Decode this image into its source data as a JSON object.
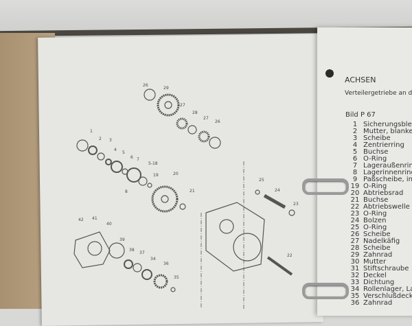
{
  "right_page": {
    "section": "ACHSEN",
    "subtitle": "Verteilergetriebe an der Hi",
    "figure": "Bild P 67",
    "items": [
      {
        "n": "1",
        "name": "Sicherungsblech"
      },
      {
        "n": "2",
        "name": "Mutter, blanke Seite"
      },
      {
        "n": "3",
        "name": "Scheibe"
      },
      {
        "n": "4",
        "name": "Zentrierring"
      },
      {
        "n": "5",
        "name": "Buchse"
      },
      {
        "n": "6",
        "name": "O-Ring"
      },
      {
        "n": "7",
        "name": "Lageraußenring } L"
      },
      {
        "n": "8",
        "name": "Lagerinnenring }"
      },
      {
        "n": "9",
        "name": "Paßscheibe, in ver"
      },
      {
        "n": "19",
        "name": "O-Ring"
      },
      {
        "n": "20",
        "name": "Abtriebsrad"
      },
      {
        "n": "21",
        "name": "Buchse"
      },
      {
        "n": "22",
        "name": "Abtriebswelle"
      },
      {
        "n": "23",
        "name": "O-Ring"
      },
      {
        "n": "24",
        "name": "Bolzen"
      },
      {
        "n": "25",
        "name": "O-Ring"
      },
      {
        "n": "26",
        "name": "Scheibe"
      },
      {
        "n": "27",
        "name": "Nadelkäfig"
      },
      {
        "n": "28",
        "name": "Scheibe"
      },
      {
        "n": "29",
        "name": "Zahnrad"
      },
      {
        "n": "30",
        "name": "Mutter"
      },
      {
        "n": "31",
        "name": "Stiftschraube"
      },
      {
        "n": "32",
        "name": "Deckel"
      },
      {
        "n": "33",
        "name": "Dichtung"
      },
      {
        "n": "34",
        "name": "Rollenlager, Lage"
      },
      {
        "n": "35",
        "name": "Verschlußdeckel"
      },
      {
        "n": "36",
        "name": "Zahnrad"
      }
    ]
  },
  "diagram": {
    "labels": [
      "26",
      "29",
      "27",
      "28",
      "27",
      "26",
      "1",
      "2",
      "3",
      "4",
      "5",
      "6",
      "7",
      "5-18",
      "19",
      "8",
      "20",
      "21",
      "25",
      "24",
      "23",
      "42",
      "41",
      "40",
      "39",
      "38",
      "37",
      "34",
      "36",
      "35",
      "22"
    ]
  }
}
